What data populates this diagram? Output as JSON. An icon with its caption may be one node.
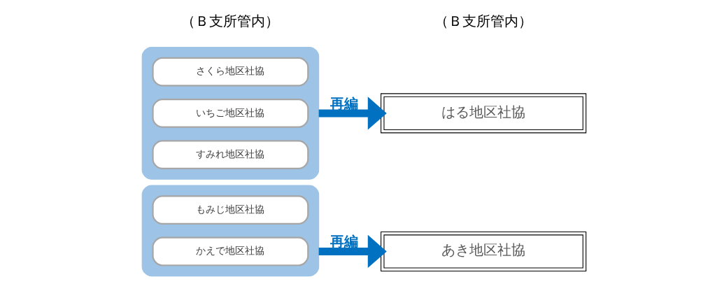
{
  "diagram": {
    "nodes": [
      {
        "text": [],
        "shape": "box"
      },
      {
        "text": [
          "さくら地区社協"
        ],
        "in": 0
      },
      {
        "text": [
          "いちご地区社協"
        ],
        "in": 0
      },
      {
        "text": [
          "すみれ地区社協"
        ],
        "in": 0
      },
      {
        "text": [],
        "shape": "box"
      },
      {
        "text": [
          "もみじ地区社協"
        ],
        "in": 4
      },
      {
        "text": [
          "かえで地区社協"
        ],
        "in": 4
      },
      {
        "text": [
          "はる地区社協"
        ]
      },
      {
        "text": [
          "あき地区社協"
        ]
      }
    ],
    "edges": [
      {
        "from": 0,
        "to": 7,
        "arrow": "to",
        "label": "再編"
      },
      {
        "from": 4,
        "to": 8,
        "arrow": "to",
        "label": "再編"
      }
    ],
    "labels": [
      "（Ｂ支所管内）",
      "（Ｂ支所管内）"
    ]
  }
}
